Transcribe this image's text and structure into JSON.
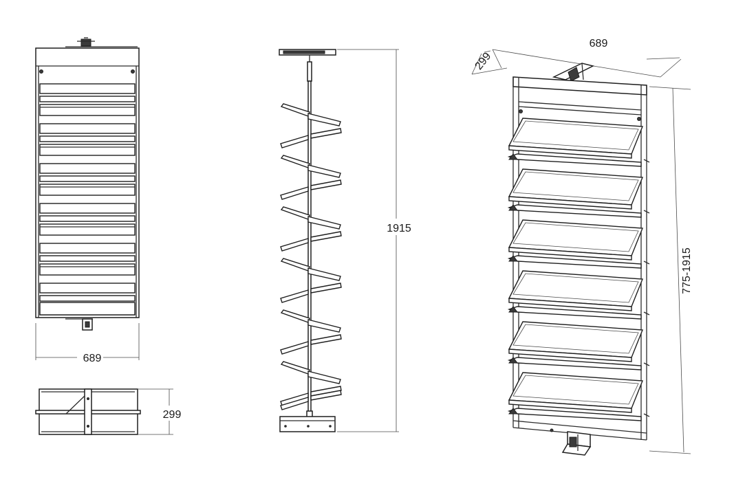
{
  "dimensions": {
    "front_width": "689",
    "top_depth": "299",
    "side_height": "1915",
    "iso_width": "689",
    "iso_depth": "299",
    "iso_height": "775-1915"
  },
  "colors": {
    "line": "#1f1f1f",
    "dimension_text": "#1a1a1a",
    "background": "#ffffff"
  }
}
